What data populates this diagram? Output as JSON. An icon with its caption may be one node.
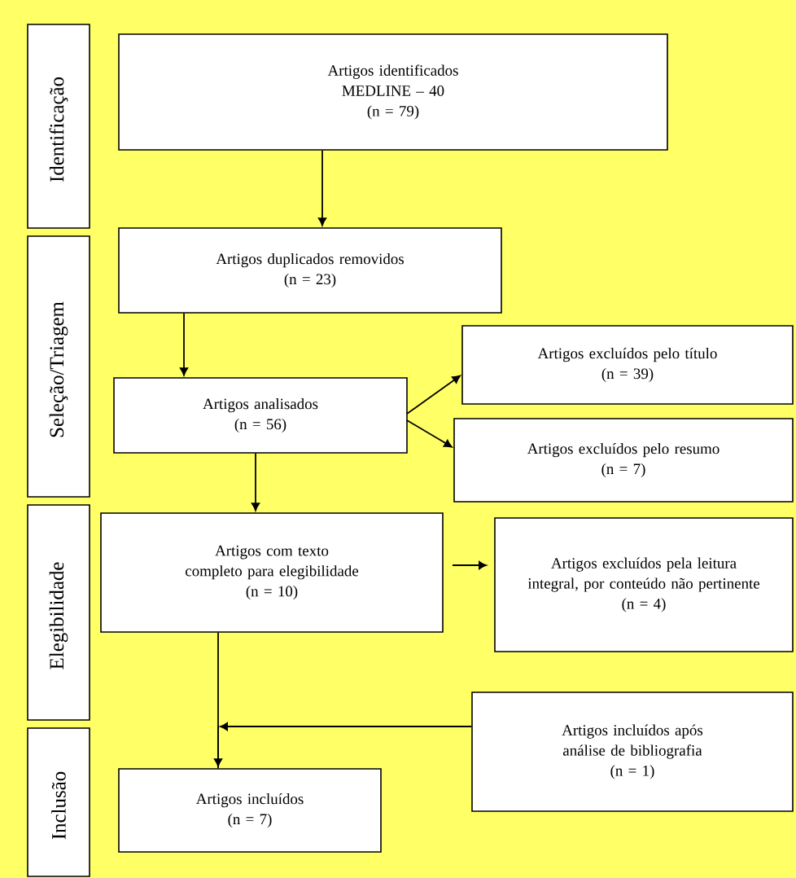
{
  "diagram": {
    "nodes": [
      {
        "text": [
          "Identificação"
        ]
      },
      {
        "text": [
          "Seleção/Triagem"
        ]
      },
      {
        "text": [
          "Elegibilidade"
        ]
      },
      {
        "text": [
          "Inclusão"
        ]
      },
      {
        "text": [
          "Artigos identificados",
          "MEDLINE – 40",
          "(n = 79)"
        ]
      },
      {
        "text": [
          "Artigos duplicados removidos",
          "(n = 23)"
        ]
      },
      {
        "text": [
          "Artigos analisados",
          "(n = 56)"
        ]
      },
      {
        "text": [
          "Artigos excluídos pelo título",
          "(n = 39)"
        ]
      },
      {
        "text": [
          "Artigos excluídos pelo resumo",
          "(n = 7)"
        ]
      },
      {
        "text": [
          "Artigos com texto completo para elegibilidade",
          "(n = 10)"
        ]
      },
      {
        "text": [
          "Artigos excluídos pela leitura integral, por conteúdo não pertinente",
          "(n = 4)"
        ]
      },
      {
        "text": [
          "Artigos incluídos após análise de bibliografia",
          "(n = 1)"
        ]
      },
      {
        "text": [
          "Artigos incluídos",
          "(n = 7)"
        ]
      }
    ],
    "edges": [
      {
        "from": 4,
        "to": 5,
        "arrow": "to"
      },
      {
        "from": 5,
        "to": 6,
        "arrow": "to"
      },
      {
        "from": 6,
        "to": 7,
        "arrow": "to"
      },
      {
        "from": 6,
        "to": 8,
        "arrow": "to"
      },
      {
        "from": 6,
        "to": 9,
        "arrow": "to"
      },
      {
        "from": 9,
        "to": 10,
        "arrow": "to"
      },
      {
        "from": 9,
        "to": 12,
        "arrow": "to"
      },
      {
        "from": 11,
        "to": 12,
        "arrow": "to"
      }
    ]
  }
}
